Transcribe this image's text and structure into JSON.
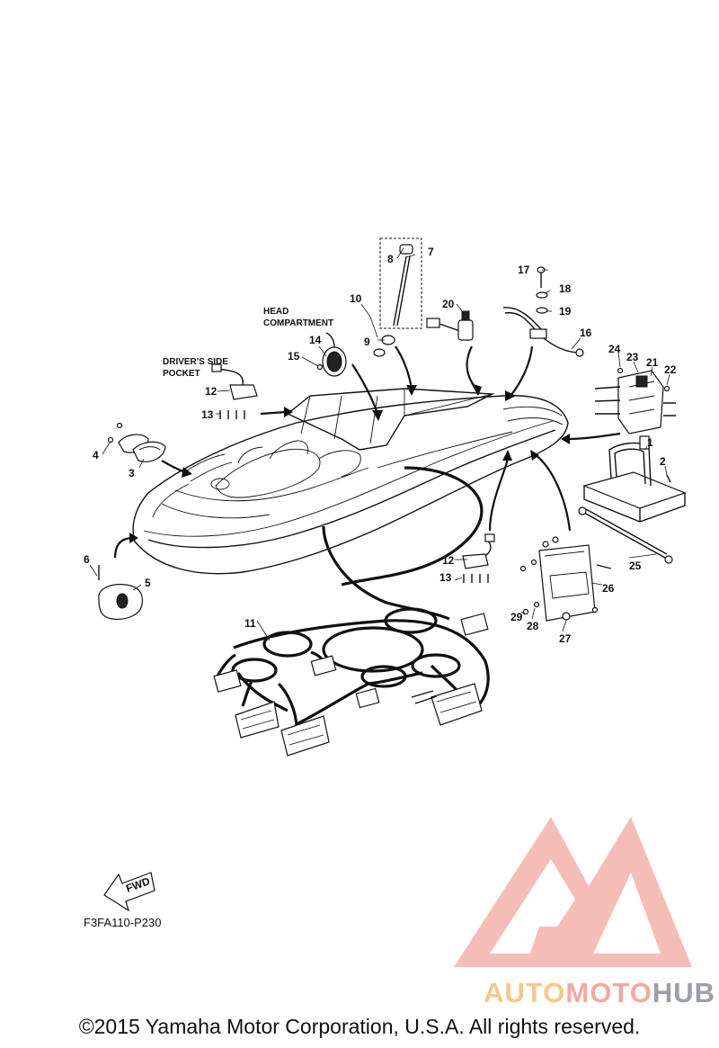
{
  "captions": {
    "head_line1": "HEAD",
    "head_line2": "COMPARTMENT",
    "pocket_line1": "DRIVER'S SIDE",
    "pocket_line2": "POCKET"
  },
  "part_numbers": {
    "p1": "1",
    "p2": "2",
    "p3": "3",
    "p4": "4",
    "p5": "5",
    "p6": "6",
    "p7": "7",
    "p8": "8",
    "p9": "9",
    "p10": "10",
    "p11": "11",
    "p12a": "12",
    "p12b": "12",
    "p13a": "13",
    "p13b": "13",
    "p14": "14",
    "p15": "15",
    "p16": "16",
    "p17": "17",
    "p18": "18",
    "p19": "19",
    "p20": "20",
    "p21": "21",
    "p22": "22",
    "p23": "23",
    "p24": "24",
    "p25": "25",
    "p26": "26",
    "p27": "27",
    "p28": "28",
    "p29": "29"
  },
  "fwd_label": "FWD",
  "reference_code": "F3FA110-P230",
  "copyright": "©2015 Yamaha Motor Corporation, U.S.A. All rights reserved.",
  "watermark": {
    "part_a": "AUTO",
    "part_b": "MOTO",
    "part_c": "HUB"
  },
  "colors": {
    "watermark_gold": "#f6c888",
    "watermark_pink": "#f4a8a0",
    "watermark_gray": "#9aa0a6"
  }
}
